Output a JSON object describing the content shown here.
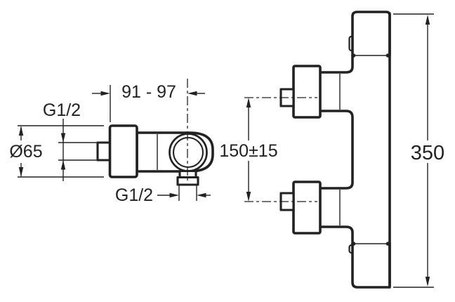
{
  "drawing": {
    "colors": {
      "line": "#222222",
      "background": "#ffffff"
    },
    "dimensions": {
      "inlet_thread_top": "G1/2",
      "escutcheon_diameter": "Ø65",
      "depth_range": "91 - 97",
      "outlet_thread_bottom": "G1/2",
      "supply_centers": "150±15",
      "bar_height": "350"
    }
  }
}
